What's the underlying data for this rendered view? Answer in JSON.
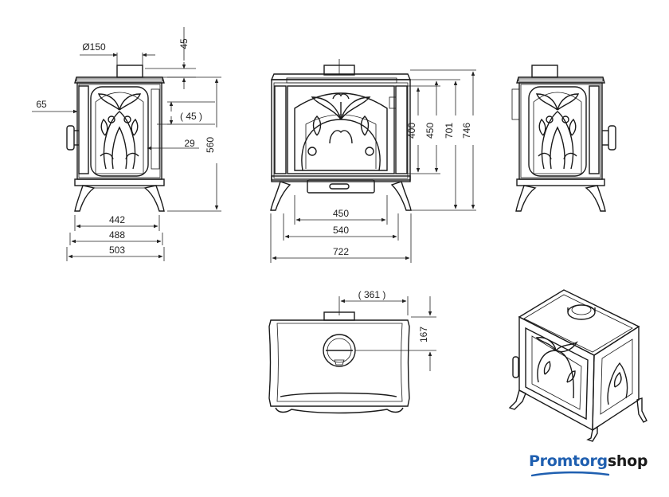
{
  "dimensions": {
    "front": {
      "height_top": "45",
      "diameter": "Ø150",
      "side_offset": "65",
      "flue_gap": "( 45 )",
      "door_gap": "29",
      "height": "560",
      "width_inner": "442",
      "width_mid": "488",
      "width_outer": "503"
    },
    "side": {
      "h400": "400",
      "h450": "450",
      "h701": "701",
      "h746": "746",
      "w450": "450",
      "w540": "540",
      "w722": "722"
    },
    "top": {
      "offset": "( 361 )",
      "depth": "167"
    }
  },
  "brand": {
    "part1": "Promtorg",
    "part2": "shop",
    "color": "#1f5fb0"
  }
}
